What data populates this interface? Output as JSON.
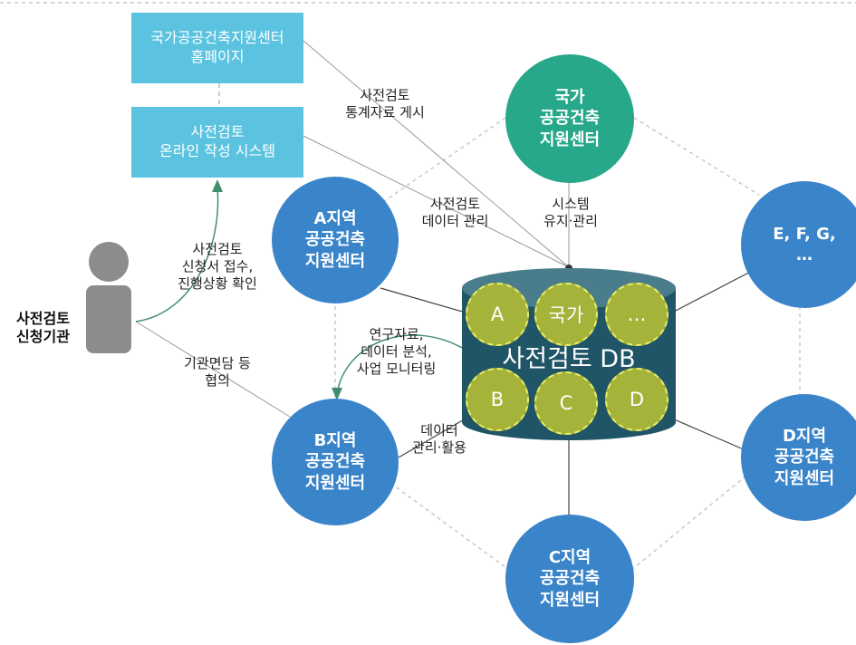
{
  "website_box": {
    "text": "국가공공건축지원센터\n홈페이지"
  },
  "system_box": {
    "text": "사전검토\n온라인 작성 시스템"
  },
  "applicant": {
    "label": "사전검토\n신청기관"
  },
  "nodes": {
    "national": "국가\n공공건축\n지원센터",
    "a": "A지역\n공공건축\n지원센터",
    "b": "B지역\n공공건축\n지원센터",
    "c": "C지역\n공공건축\n지원센터",
    "d": "D지역\n공공건축\n지원센터",
    "efg": "E, F, G,\n…"
  },
  "db": {
    "title": "사전검토 DB",
    "cells": [
      "A",
      "국가",
      "…",
      "B",
      "C",
      "D"
    ]
  },
  "edge_labels": {
    "stats": "사전검토\n통계자료 게시",
    "data_mgmt": "사전검토\n데이터 관리",
    "sys_maint": "시스템\n유지·관리",
    "receipt": "사전검토\n신청서 접수,\n진행상황 확인",
    "consult": "기관면담 등\n협의",
    "research": "연구자료,\n데이터 분석,\n사업 모니터링",
    "usage": "데이터\n관리·활용"
  },
  "colors": {
    "box": "#5bc3e0",
    "blue_node": "#3a84c9",
    "green_node": "#27a88a",
    "db_body": "#1f5566",
    "db_cell": "#a6b33b"
  }
}
